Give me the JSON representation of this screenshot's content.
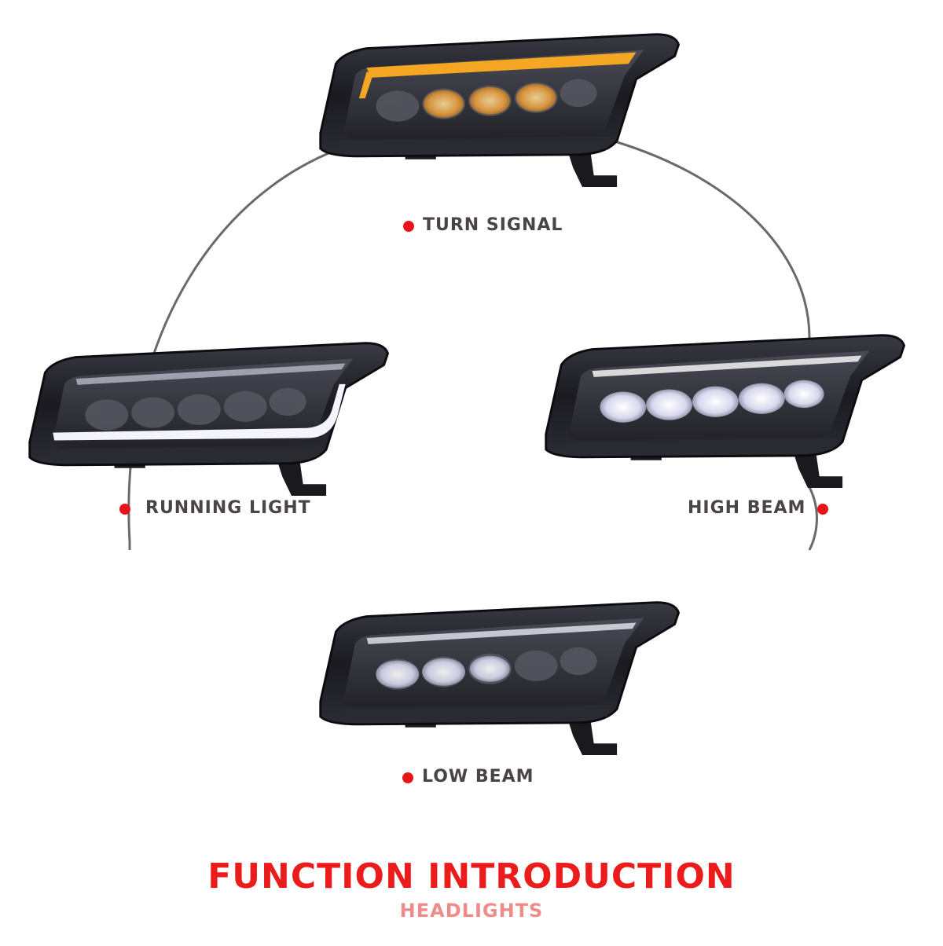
{
  "labels": {
    "turn_signal": "TURN SIGNAL",
    "running_light": "RUNNING LIGHT",
    "high_beam": "HIGH BEAM",
    "low_beam": "LOW BEAM"
  },
  "title": "FUNCTION INTRODUCTION",
  "subtitle": "HEADLIGHTS",
  "colors": {
    "accent_red": "#e8141c",
    "title_red": "#ea1c1c",
    "subtitle_pink": "#f08b8b",
    "label_gray": "#4a4444",
    "turn_amber": "#f5a623",
    "beam_white": "#f4f4ff",
    "housing_dark": "#1c1c22"
  }
}
